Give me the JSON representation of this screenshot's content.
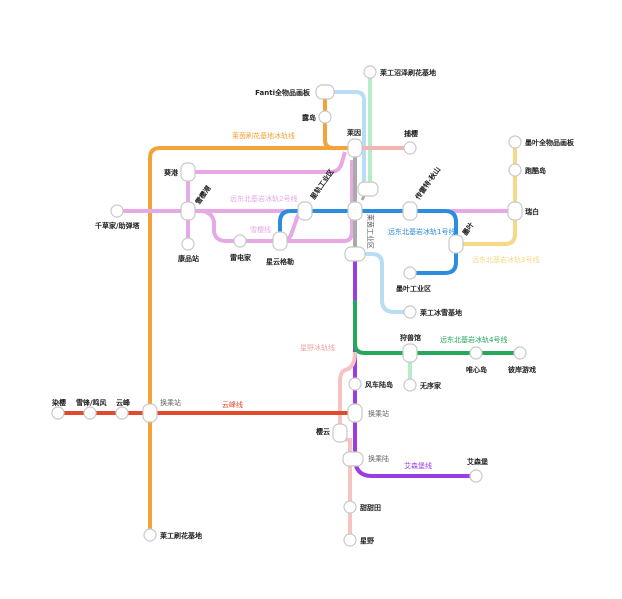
{
  "colors": {
    "sakura_main": "#f2a3a0",
    "pink_line1": "#ee9fbd",
    "orange_line": "#f2a33a",
    "lightblue_line": "#b9ddf2",
    "mint_line": "#b7ecc9",
    "violet_line2": "#e7a8e6",
    "blue_line1": "#2b8de0",
    "yellow_line3": "#f5d987",
    "purple_line": "#9a3de3",
    "green_line4": "#24a85b",
    "red_line": "#e14a2c",
    "grey_connector": "#aaaaaa"
  },
  "lines": {
    "fan_flower": "莱茵刷花基地冰轨线",
    "north_line2": "远东北基岩冰轨2号线",
    "sakura_line": "雪樱线",
    "north_line1": "远东北基岩冰轨1号线",
    "north_line3": "远东北基岩冰轨3号线",
    "vertical_gray": "莱茵工业区",
    "pink_vertical": "星野冰轨线",
    "north_line4": "远东北基岩冰轨4号线",
    "yunfeng": "云峰线",
    "aisen": "艾森堡线"
  },
  "stations": {
    "leigong_shadow_base": "莱工沼泽刷花基地",
    "fanti_gallery": "Fanti全物品画板",
    "ludao": "露岛",
    "laiyin": "莱因",
    "buying": "捕樱",
    "kuigang": "葵港",
    "xueying_gang": "雪樱港",
    "fengxin_industry": "星轨工业区",
    "xuelaite_qiushan": "传雷特·秋山",
    "qiancaojia": "千草家/助弹塔",
    "kangpin": "康品站",
    "xuedianjia": "雷电家",
    "xingyun_gebo": "星云格勒",
    "moye_full_board": "墨叶全物品画板",
    "yaoyao_island": "跑酷岛",
    "ruibai": "瑞白",
    "moye": "墨叶",
    "moye_industry": "墨叶工业区",
    "laigong_ice_base": "莱工冰雪基地",
    "shouhun_guan": "狩兽馆",
    "wuxujia": "无序家",
    "weixin_island": "唯心岛",
    "bian_games": "彼岸游戏",
    "fengche_dao": "风车陆岛",
    "transfer1": "换乘站",
    "yingyun": "樱云",
    "transfer2": "换乘陆",
    "aisenbao": "艾森堡",
    "tiantian": "甜甜田",
    "xingye": "星野",
    "laigong_flower": "莱工刷花基地",
    "transfer_west": "换乘站",
    "ranying": "染樱",
    "xuefeng_mingfeng": "雪锋/鸣风",
    "yunfeng_st": "云峰"
  }
}
